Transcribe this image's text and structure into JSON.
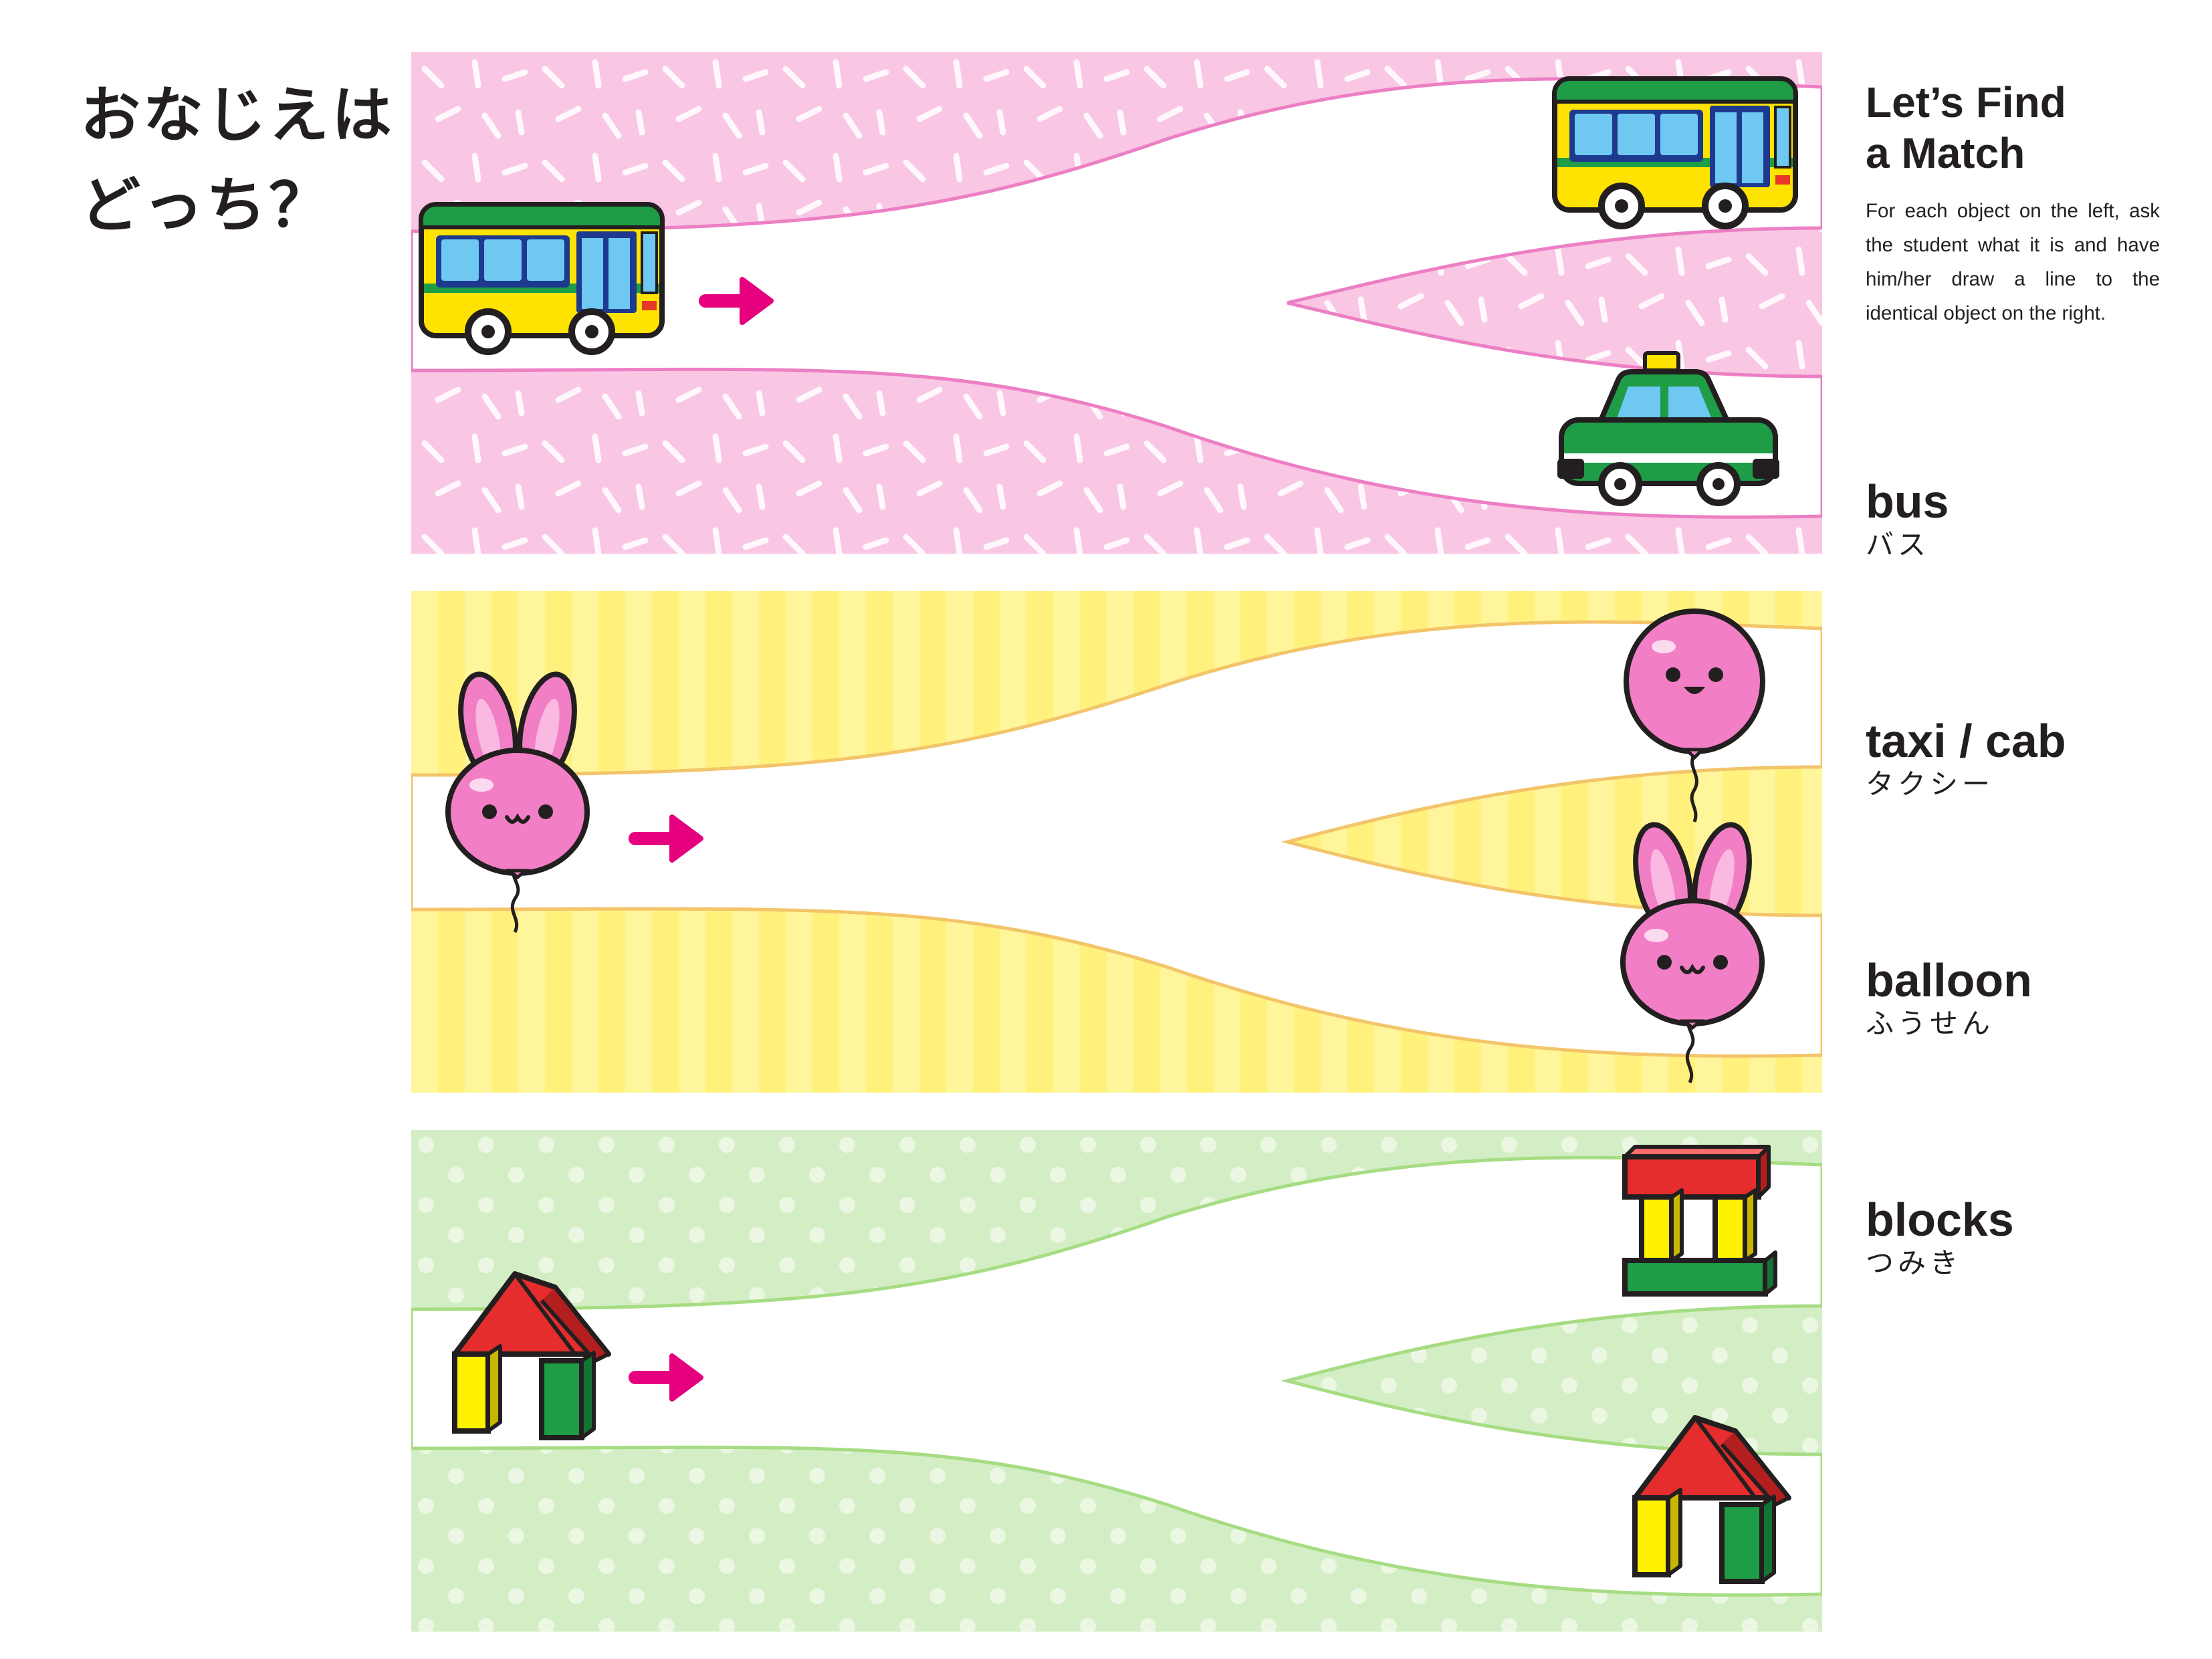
{
  "title_jp": "おなじえはどっち？",
  "sidebar": {
    "heading": "Let’s Find\na Match",
    "instructions": "For each object on the left, ask the student what it is and have him/her draw a line to the identical object on the right.",
    "vocab": [
      {
        "en": "bus",
        "jp": "バス"
      },
      {
        "en": "taxi / cab",
        "jp": "タクシー"
      },
      {
        "en": "balloon",
        "jp": "ふうせん"
      },
      {
        "en": "blocks",
        "jp": "つみき"
      }
    ]
  },
  "colors": {
    "pink_fill": "#f9c6e4",
    "pink_line": "#ec7fc4",
    "yellow_fill": "#fff59a",
    "yellow_line": "#f3c46a",
    "green_fill": "#d3eec4",
    "green_line": "#a6dc82",
    "arrow": "#e6007e"
  }
}
